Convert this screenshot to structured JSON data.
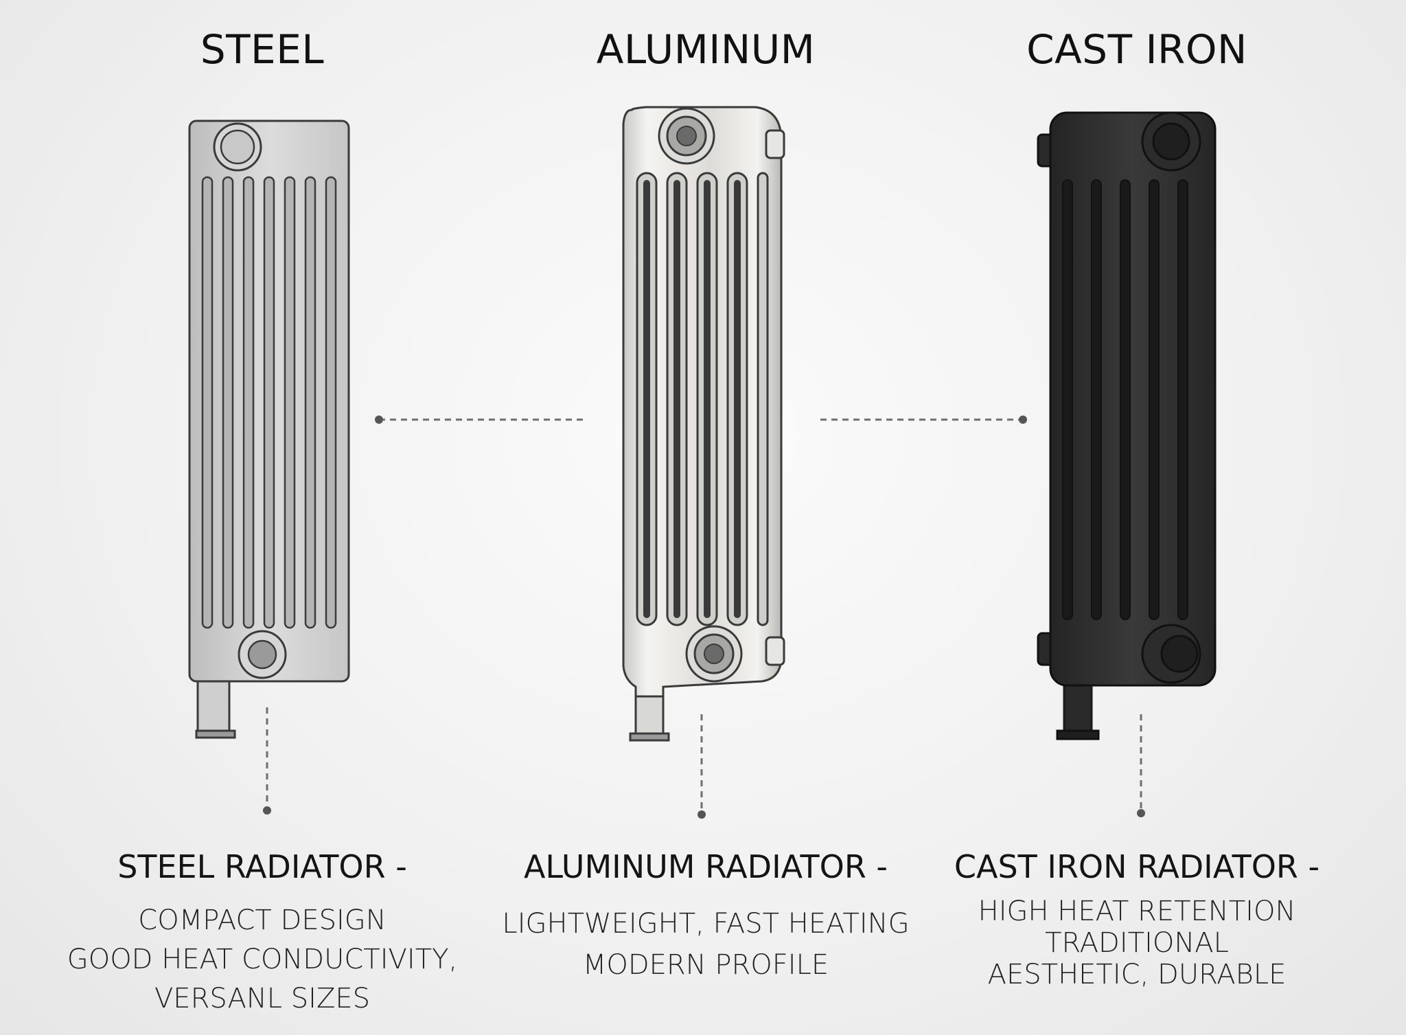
{
  "columns": [
    {
      "id": "steel",
      "heading": "STEEL",
      "subtitle": "STEEL RADIATOR -",
      "lines": [
        "COMPACT DESIGN",
        "GOOD HEAT CONDUCTIVITY,",
        "VERSANL SIZES"
      ]
    },
    {
      "id": "aluminum",
      "heading": "ALUMINUM",
      "subtitle": "ALUMINUM RADIATOR -",
      "lines": [
        "LIGHTWEIGHT, FAST HEATING",
        "MODERN PROFILE"
      ]
    },
    {
      "id": "castiron",
      "heading": "CAST IRON",
      "subtitle": "CAST IRON RADIATOR -",
      "lines": [
        "HIGH HEAT RETENTION",
        "TRADITIONAL",
        "AESTHETIC, DURABLE"
      ]
    }
  ],
  "colors": {
    "steel_body": "#d4d4d4",
    "aluminum_body": "#e4e4e2",
    "castiron_body": "#2f2f2f",
    "outline": "#3a3a3a",
    "connector": "#6e6e6e"
  },
  "icons": [
    "steel-radiator-icon",
    "aluminum-radiator-icon",
    "cast-iron-radiator-icon"
  ]
}
